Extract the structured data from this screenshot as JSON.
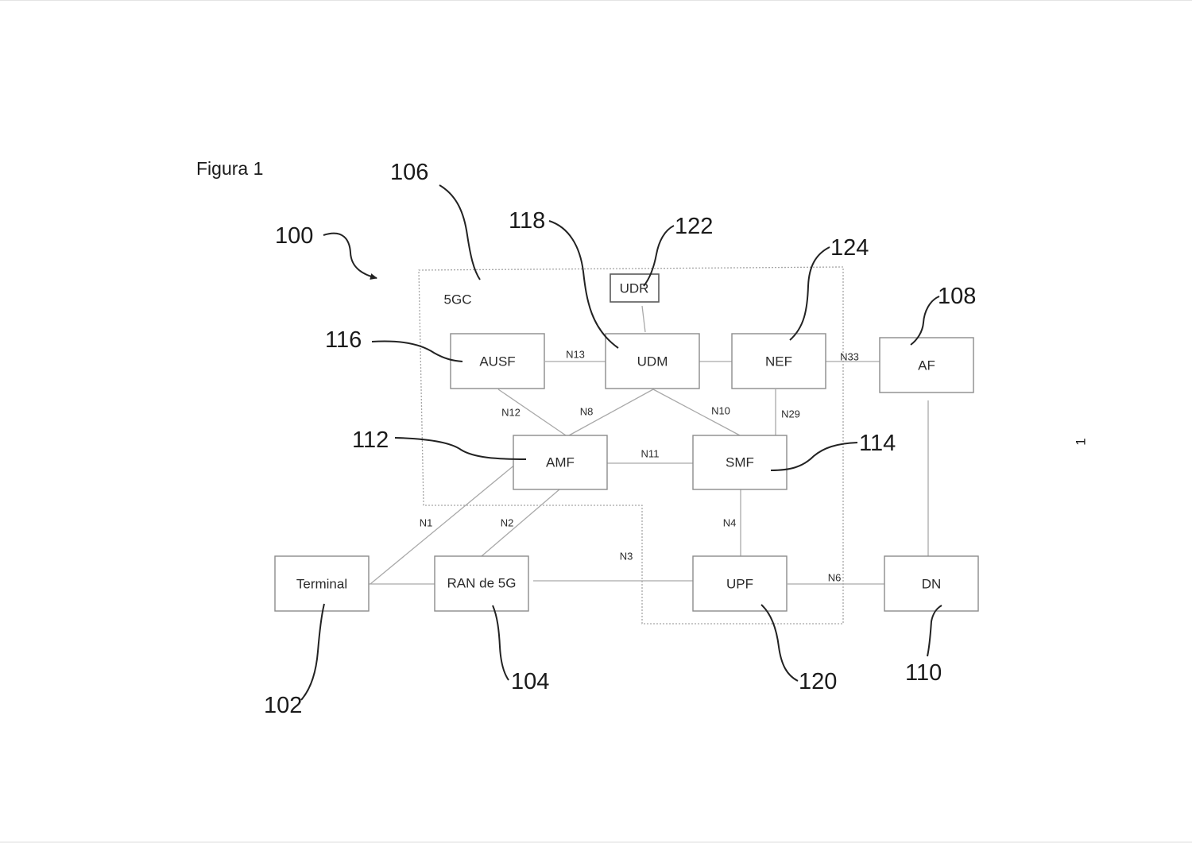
{
  "figure": {
    "caption": "Figura 1",
    "page_number": "1"
  },
  "region": {
    "label": "5GC"
  },
  "nodes": {
    "ausf": "AUSF",
    "udm": "UDM",
    "udr": "UDR",
    "nef": "NEF",
    "af": "AF",
    "amf": "AMF",
    "smf": "SMF",
    "terminal": "Terminal",
    "ran": "RAN de 5G",
    "upf": "UPF",
    "dn": "DN"
  },
  "interfaces": {
    "n13": "N13",
    "n33": "N33",
    "n12": "N12",
    "n8": "N8",
    "n10": "N10",
    "n29": "N29",
    "n11": "N11",
    "n1": "N1",
    "n2": "N2",
    "n4": "N4",
    "n3": "N3",
    "n6": "N6"
  },
  "reference_numerals": {
    "system": "100",
    "core": "106",
    "udm": "118",
    "udr": "122",
    "nef": "124",
    "af": "108",
    "ausf": "116",
    "amf": "112",
    "smf": "114",
    "terminal": "102",
    "ran": "104",
    "upf": "120",
    "dn": "110"
  },
  "colors": {
    "box_stroke": "#8c8c8c",
    "link_stroke": "#a9a9a9",
    "text": "#1a1a1a"
  }
}
